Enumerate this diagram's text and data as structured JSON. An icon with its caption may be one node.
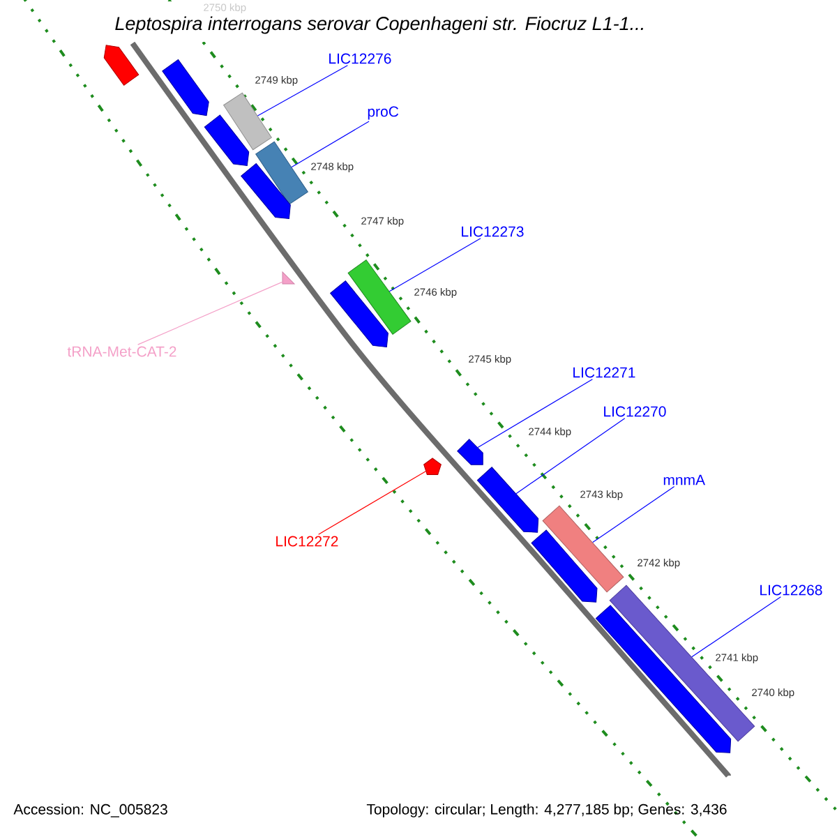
{
  "diagram": {
    "title": "Leptospira interrogans serovar Copenhageni str. Fiocruz L1-1...",
    "nodes": [
      {
        "text": [
          "LIC12276"
        ]
      },
      {
        "text": [
          "proC"
        ]
      },
      {
        "text": [
          "LIC12273"
        ]
      },
      {
        "text": [
          "tRNA-Met-CAT-2"
        ]
      },
      {
        "text": [
          "LIC12271"
        ]
      },
      {
        "text": [
          "LIC12270"
        ]
      },
      {
        "text": [
          "mnmA"
        ]
      },
      {
        "text": [
          "LIC12272"
        ]
      },
      {
        "text": [
          "LIC12268"
        ]
      },
      {
        "text": [],
        "shape": "block"
      },
      {
        "text": [],
        "shape": "block"
      },
      {
        "text": [],
        "shape": "bar"
      },
      {
        "text": [],
        "shape": "block"
      },
      {
        "text": [],
        "shape": "bar"
      },
      {
        "text": [],
        "shape": "block"
      },
      {
        "text": [],
        "shape": "triangle"
      },
      {
        "text": [],
        "shape": "bar"
      },
      {
        "text": [],
        "shape": "block"
      },
      {
        "text": [],
        "shape": "pentagon"
      },
      {
        "text": [],
        "shape": "block"
      },
      {
        "text": [],
        "shape": "block"
      },
      {
        "text": [],
        "shape": "block"
      },
      {
        "text": [],
        "shape": "bar"
      },
      {
        "text": [],
        "shape": "block"
      },
      {
        "text": [],
        "shape": "bar"
      }
    ],
    "edges": [
      {
        "from": 0,
        "to": 11,
        "arrow": "none"
      },
      {
        "from": 1,
        "to": 13,
        "arrow": "none"
      },
      {
        "from": 2,
        "to": 16,
        "arrow": "none"
      },
      {
        "from": 3,
        "to": 15,
        "arrow": "none",
        "color": "#f4a0c8"
      },
      {
        "from": 4,
        "to": 19,
        "arrow": "none"
      },
      {
        "from": 5,
        "to": 20,
        "arrow": "none"
      },
      {
        "from": 6,
        "to": 22,
        "arrow": "none"
      },
      {
        "from": 7,
        "to": 18,
        "arrow": "none",
        "color": "#ff0000"
      },
      {
        "from": 8,
        "to": 24,
        "arrow": "none"
      }
    ],
    "labels": [
      "2750 kbp",
      "2749 kbp",
      "2748 kbp",
      "2747 kbp",
      "2746 kbp",
      "2745 kbp",
      "2744 kbp",
      "2743 kbp",
      "2742 kbp",
      "2741 kbp",
      "2740 kbp",
      "Accession: NC_005823",
      "Topology: circular; Length: 4,277,185 bp; Genes: 3,436"
    ]
  }
}
